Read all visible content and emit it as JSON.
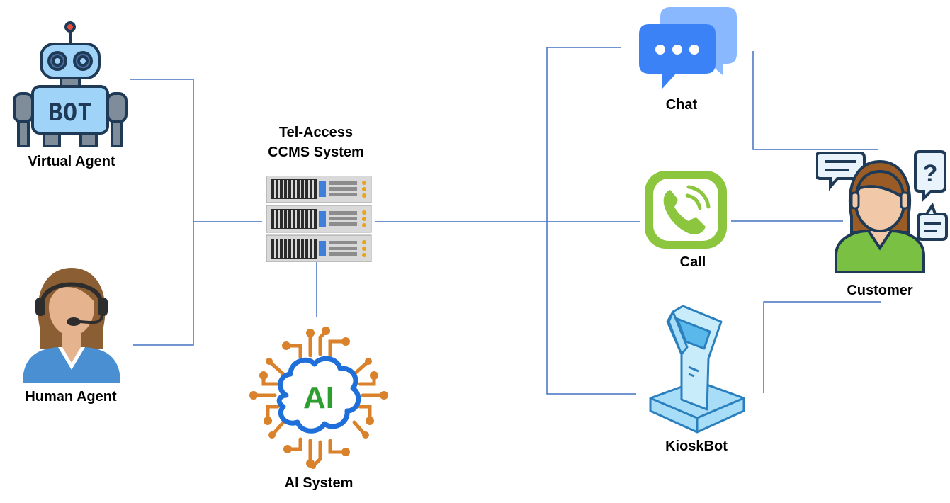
{
  "diagram": {
    "nodes": {
      "virtual_agent": {
        "label": "Virtual Agent",
        "icon": "bot-icon",
        "icon_text": "BOT"
      },
      "human_agent": {
        "label": "Human Agent",
        "icon": "headset-agent-icon"
      },
      "ccms": {
        "label_line1": "Tel-Access",
        "label_line2": "CCMS System",
        "icon": "server-rack-icon"
      },
      "ai_system": {
        "label": "AI System",
        "icon": "ai-chip-icon",
        "icon_text": "AI"
      },
      "chat": {
        "label": "Chat",
        "icon": "chat-bubbles-icon"
      },
      "call": {
        "label": "Call",
        "icon": "phone-call-icon"
      },
      "kioskbot": {
        "label": "KioskBot",
        "icon": "kiosk-icon"
      },
      "customer": {
        "label": "Customer",
        "icon": "customer-icon"
      }
    },
    "colors": {
      "connector": "#4472c4",
      "chat_blue": "#3b82f6",
      "call_green": "#8cc63f",
      "bot_blue": "#9fd3f7",
      "ai_orange": "#d9822b",
      "ai_blue": "#1e6fd9",
      "ai_green": "#2e9e2e",
      "kiosk_blue": "#a8ddf7"
    }
  }
}
